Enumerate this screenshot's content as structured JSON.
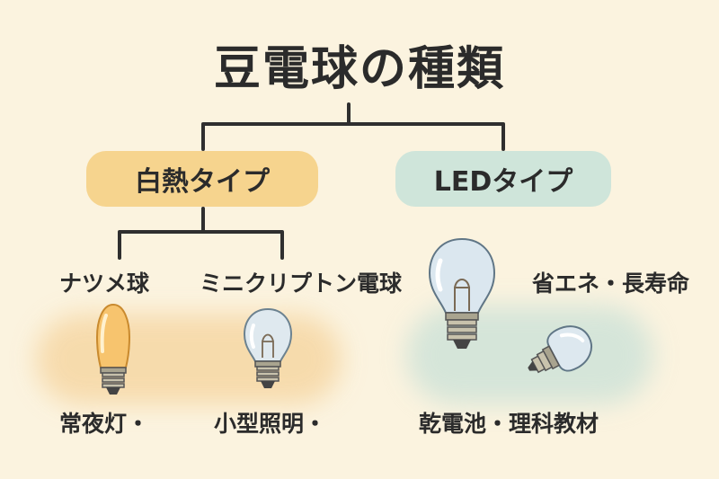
{
  "title": "豆電球の種類",
  "branches": {
    "incandescent": {
      "label": "白熱タイプ",
      "color": "#f6d48e",
      "items": [
        {
          "name": "ナツメ球",
          "use": "常夜灯・"
        },
        {
          "name": "ミニクリプトン電球",
          "use": "小型照明・"
        }
      ]
    },
    "led": {
      "label": "LEDタイプ",
      "color": "#cfe5da",
      "feature": "省エネ・長寿命",
      "use": "乾電池・理科教材"
    }
  },
  "icons": [
    "natsume-bulb-icon",
    "mini-krypton-bulb-icon",
    "large-clear-bulb-icon",
    "small-clear-bulb-icon"
  ]
}
